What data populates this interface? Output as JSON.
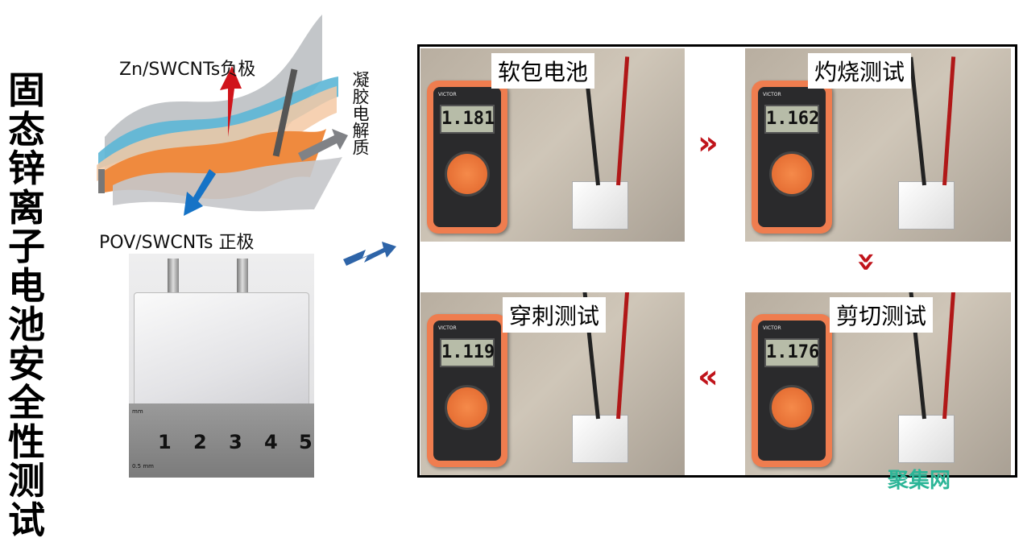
{
  "title": "固态锌离子电池安全性测试",
  "title_chars": [
    "固",
    "态",
    "锌",
    "离",
    "子",
    "电",
    "池",
    "安",
    "全",
    "性",
    "测",
    "试"
  ],
  "diagram": {
    "anode_label": "Zn/SWCNTs负极",
    "electrolyte_label": "凝胶电解质",
    "cathode_label": "POV/SWCNTs 正极"
  },
  "ruler": {
    "unit_top": "mm",
    "unit_bottom": "0.5 mm",
    "numbers": [
      "1",
      "2",
      "3",
      "4",
      "5"
    ]
  },
  "panels": [
    {
      "caption": "软包电池",
      "reading": "1.181"
    },
    {
      "caption": "灼烧测试",
      "reading": "1.162"
    },
    {
      "caption": "穿刺测试",
      "reading": "1.119"
    },
    {
      "caption": "剪切测试",
      "reading": "1.176"
    }
  ],
  "colors": {
    "chevron": "#c0141b",
    "anode_arrow": "#d0141b",
    "cathode_arrow": "#1673c6",
    "flow_arrow": "#2e64a8",
    "watermark": "#2bb597"
  },
  "watermark": "聚集网"
}
